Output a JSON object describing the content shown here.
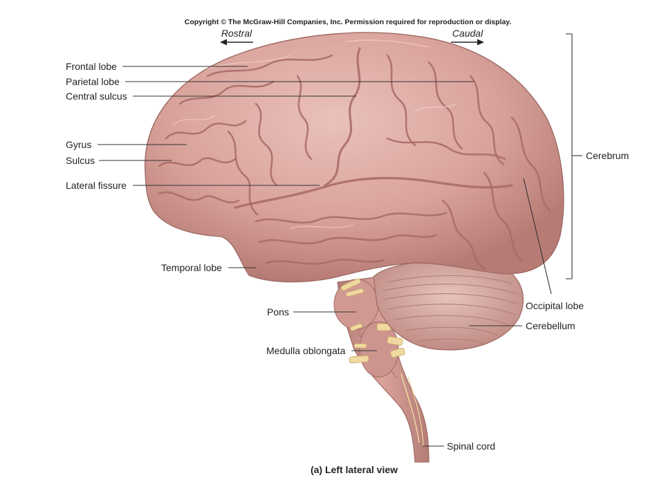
{
  "copyright": "Copyright © The McGraw-Hill Companies, Inc. Permission required for reproduction or display.",
  "direction": {
    "rostral": "Rostral",
    "caudal": "Caudal"
  },
  "labels": {
    "frontal_lobe": "Frontal lobe",
    "parietal_lobe": "Parietal lobe",
    "central_sulcus": "Central sulcus",
    "gyrus": "Gyrus",
    "sulcus": "Sulcus",
    "lateral_fissure": "Lateral fissure",
    "temporal_lobe": "Temporal lobe",
    "pons": "Pons",
    "medulla_oblongata": "Medulla oblongata",
    "cerebrum": "Cerebrum",
    "occipital_lobe": "Occipital lobe",
    "cerebellum": "Cerebellum",
    "spinal_cord": "Spinal cord"
  },
  "caption": "(a) Left lateral view",
  "colors": {
    "cortex": "#d9a39c",
    "cortex_shadow": "#b77b75",
    "cerebellum": "#d8aaa2",
    "brainstem": "#c88f88",
    "nerve": "#f0d9a0"
  }
}
